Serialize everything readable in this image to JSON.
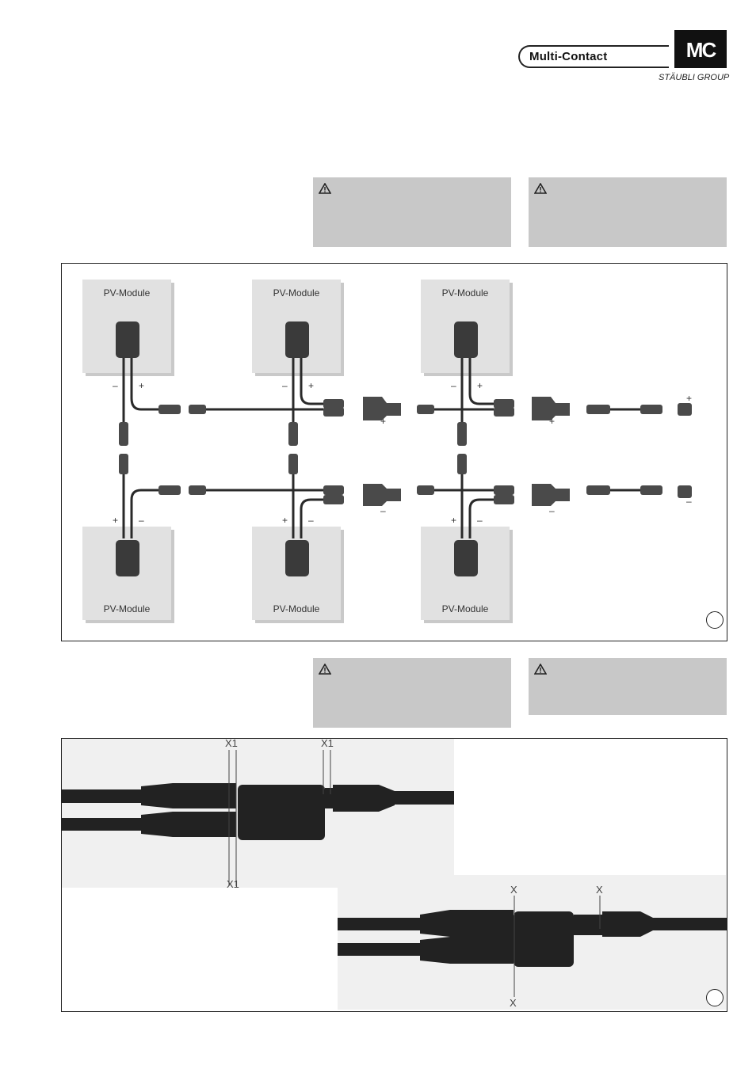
{
  "header": {
    "brand_name": "Multi-Contact",
    "logo_text": "MC",
    "group_text": "STÄUBLI GROUP"
  },
  "warnings": [
    "warning-icon",
    "warning-icon",
    "warning-icon",
    "warning-icon"
  ],
  "figure1": {
    "module_label": "PV-Module",
    "modules_top": [
      "PV-Module",
      "PV-Module",
      "PV-Module"
    ],
    "modules_bottom": [
      "PV-Module",
      "PV-Module",
      "PV-Module"
    ],
    "plus": "+",
    "minus": "–"
  },
  "figure2": {
    "x1_label": "X1",
    "x_label": "X"
  },
  "colors": {
    "warning_bg": "#c8c8c8",
    "module_bg": "#e1e1e1",
    "cable": "#2a2a2a"
  }
}
